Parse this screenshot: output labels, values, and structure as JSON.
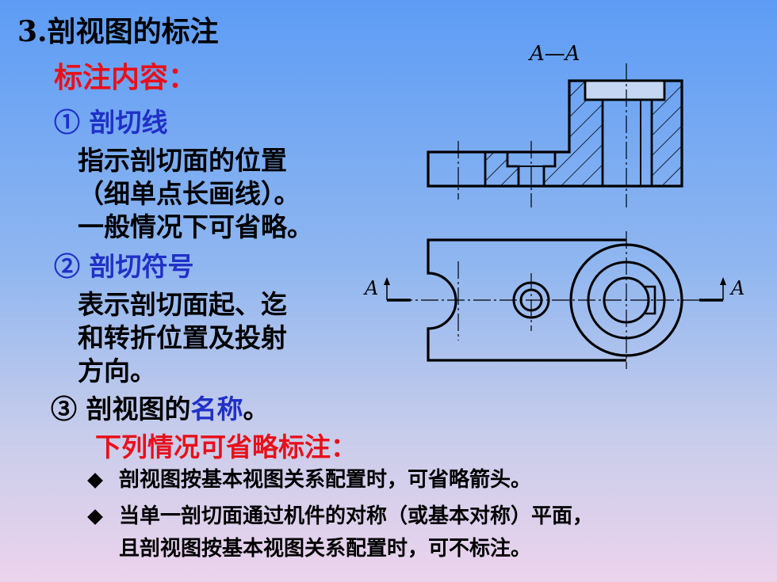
{
  "title": "3.剖视图的标注",
  "subheading": "标注内容：",
  "items": [
    {
      "label": "① 剖切线",
      "lines": [
        "指示剖切面的位置",
        "（细单点长画线）。",
        "一般情况下可省略。"
      ]
    },
    {
      "label": "② 剖切符号",
      "lines": [
        "表示剖切面起、迄",
        "和转折位置及投射",
        "方向。"
      ]
    }
  ],
  "item3": {
    "prefix": "③ 剖视图的",
    "highlight": "名称",
    "suffix": "。"
  },
  "omit_heading": "下列情况可省略标注：",
  "bullets": [
    {
      "lines": [
        "剖视图按基本视图关系配置时，可省略箭头。"
      ]
    },
    {
      "lines": [
        "当单一剖切面通过机件的对称（或基本对称）平面，",
        "且剖视图按基本视图关系配置时，可不标注。"
      ]
    }
  ],
  "drawing": {
    "section_label": "A—A",
    "left_marker": "A",
    "right_marker": "A"
  }
}
